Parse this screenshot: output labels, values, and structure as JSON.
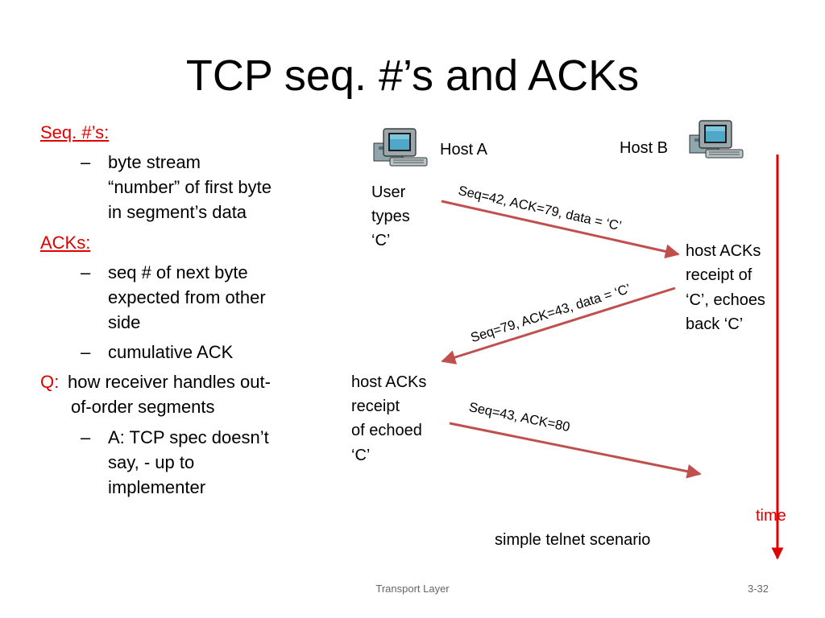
{
  "slide": {
    "title": "TCP seq. #’s and ACKs",
    "left_text": {
      "seq_heading": "Seq. #’s:",
      "seq_bullet_lines": [
        "byte stream",
        "“number” of first byte",
        "in segment’s data"
      ],
      "acks_heading": "ACKs:",
      "acks_bullet1_lines": [
        "seq # of next byte",
        "expected from other",
        "side"
      ],
      "acks_bullet2": "cumulative ACK",
      "q_label": "Q:",
      "q_text_lines": [
        "how receiver handles out-",
        "of-order segments"
      ],
      "q_bullet_lines": [
        "A: TCP spec doesn’t",
        "say, - up to",
        "implementer"
      ],
      "dash": "–"
    },
    "diagram": {
      "host_a": "Host A",
      "host_b": "Host B",
      "user_types_lines": [
        "User",
        "types",
        "‘C’"
      ],
      "msg1": "Seq=42, ACK=79, data = ‘C’",
      "host_b_note_lines": [
        "host ACKs",
        "receipt of",
        "‘C’, echoes",
        "back ‘C’"
      ],
      "msg2": "Seq=79, ACK=43, data = ‘C’",
      "host_a_note_lines": [
        "host ACKs",
        "receipt",
        "of echoed",
        "‘C’"
      ],
      "msg3": "Seq=43, ACK=80",
      "time_label": "time",
      "caption": "simple telnet scenario",
      "arrow_color": "#c0504d",
      "time_color": "#e00000",
      "computer_icon": "computer-icon"
    },
    "footer": {
      "center": "Transport Layer",
      "page": "3-32"
    }
  }
}
